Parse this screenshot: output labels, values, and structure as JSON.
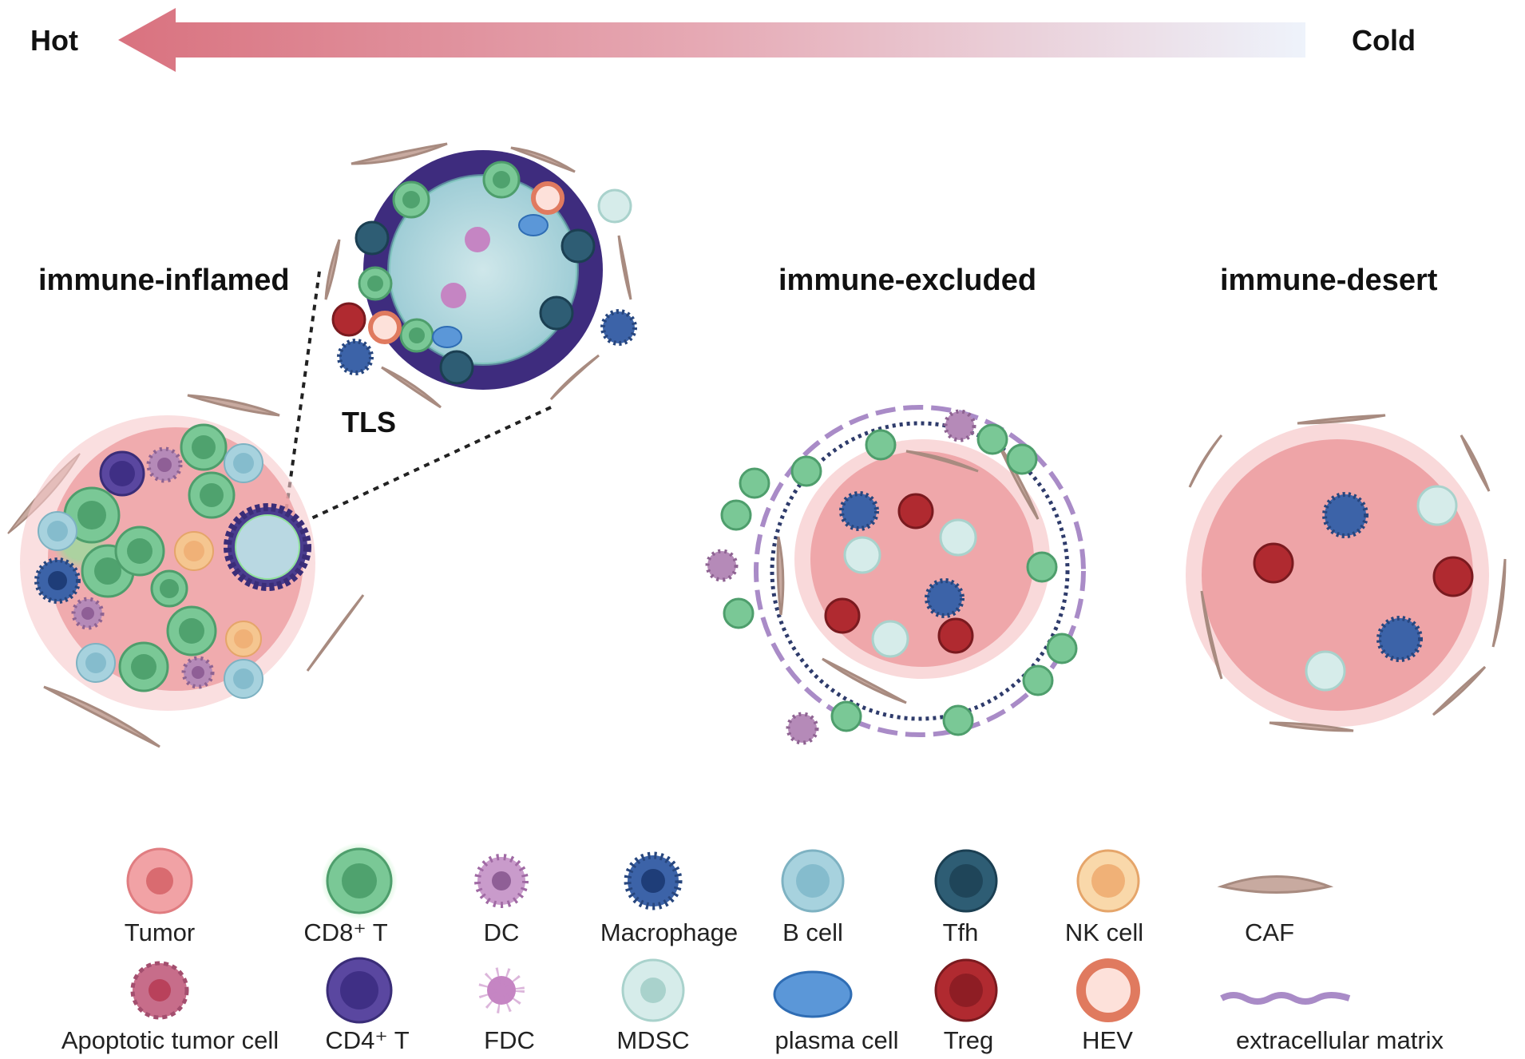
{
  "gradient": {
    "hot_label": "Hot",
    "cold_label": "Cold",
    "hot_color": "#d9727f",
    "cold_color": "#eef3fb"
  },
  "panels": {
    "inflamed_title": "immune-inflamed",
    "excluded_title": "immune-excluded",
    "desert_title": "immune-desert",
    "tls_label": "TLS"
  },
  "legend": {
    "row1": [
      {
        "label": "Tumor",
        "icon": "tumor-cell-icon"
      },
      {
        "label": "CD8⁺ T",
        "icon": "cd8-t-cell-icon"
      },
      {
        "label": "DC",
        "icon": "dendritic-cell-icon"
      },
      {
        "label": "Macrophage",
        "icon": "macrophage-icon"
      },
      {
        "label": "B cell",
        "icon": "b-cell-icon"
      },
      {
        "label": "Tfh",
        "icon": "tfh-cell-icon"
      },
      {
        "label": "NK cell",
        "icon": "nk-cell-icon"
      },
      {
        "label": "CAF",
        "icon": "caf-icon"
      }
    ],
    "row2": [
      {
        "label": "Apoptotic tumor cell",
        "icon": "apoptotic-tumor-cell-icon"
      },
      {
        "label": "CD4⁺ T",
        "icon": "cd4-t-cell-icon"
      },
      {
        "label": "FDC",
        "icon": "fdc-icon"
      },
      {
        "label": "MDSC",
        "icon": "mdsc-icon"
      },
      {
        "label": "plasma cell",
        "icon": "plasma-cell-icon"
      },
      {
        "label": "Treg",
        "icon": "treg-icon"
      },
      {
        "label": "HEV",
        "icon": "hev-icon"
      },
      {
        "label": "extracellular matrix",
        "icon": "extracellular-matrix-icon"
      }
    ]
  },
  "colors": {
    "tumor": "#ec8f92",
    "cd8": "#6fbf8a",
    "cd4": "#6a4fa3",
    "macrophage": "#3c63a8",
    "b_cell": "#9ccbd8",
    "tfh": "#2e5d74",
    "nk": "#f3bf87",
    "treg": "#b02a30",
    "dc": "#b58ab8",
    "mdsc": "#bfe1dc",
    "caf": "#c8aaa0",
    "ecm": "#a98bc7",
    "plasma": "#5b97d8"
  }
}
